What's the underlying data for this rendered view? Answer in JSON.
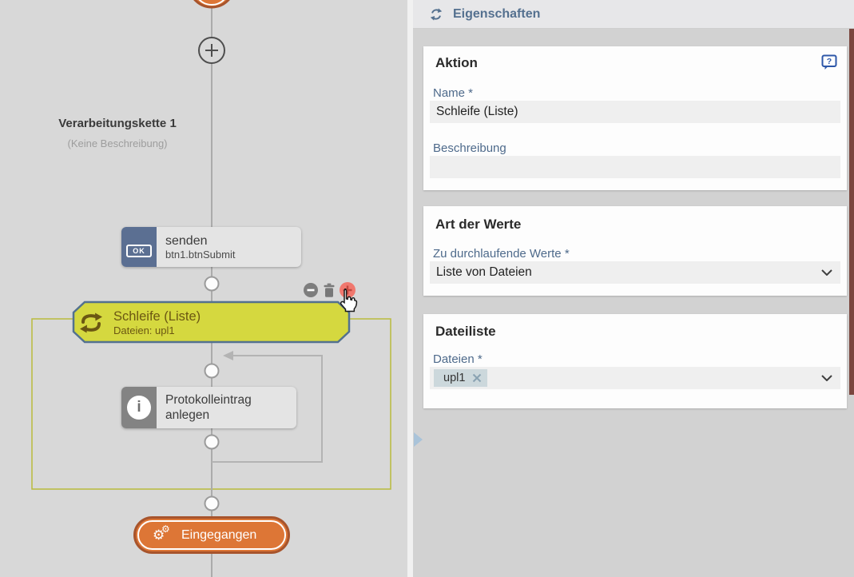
{
  "canvas": {
    "chain_label": {
      "title": "Verarbeitungskette 1",
      "subtitle": "(Keine Beschreibung)"
    },
    "nodes": {
      "senden": {
        "title": "senden",
        "subtitle": "btn1.btnSubmit",
        "icon_text": "OK"
      },
      "schleife": {
        "title": "Schleife (Liste)",
        "subtitle": "Dateien: upl1"
      },
      "protokolleintrag": {
        "title": "Protokolleintrag anlegen",
        "icon_text": "i"
      },
      "eingegangen": {
        "label": "Eingegangen"
      }
    }
  },
  "panel": {
    "title": "Eigenschaften",
    "sections": {
      "aktion": {
        "heading": "Aktion",
        "help_glyph": "?",
        "name_label": "Name *",
        "name_value": "Schleife (Liste)",
        "beschreibung_label": "Beschreibung",
        "beschreibung_value": ""
      },
      "art_der_werte": {
        "heading": "Art der Werte",
        "werte_label": "Zu durchlaufende Werte *",
        "werte_value": "Liste von Dateien"
      },
      "dateiliste": {
        "heading": "Dateiliste",
        "dateien_label": "Dateien *",
        "chips": [
          "upl1"
        ]
      }
    }
  },
  "icons": {
    "refresh": "sync-arrows",
    "help": "question-bubble",
    "remove_action": "minus-circle",
    "delete_action": "trash",
    "add_action": "plus-circle",
    "loop": "loop-arrows",
    "info": "info-circle",
    "gears": "⚙",
    "chevron": "chevron-down",
    "chip_close": "x-cross",
    "add_node": "plus"
  },
  "colors": {
    "accent_orange": "#dd7636",
    "orange_border": "#a7542c",
    "loop_node_yellow": "#d5d83f",
    "loop_box_border": "#b9ba3c",
    "steel_blue_border": "#53718f",
    "senden_icon_blue": "#5b6f92",
    "label_blue": "#4e6a8b",
    "header_blue": "#54708f",
    "help_blue": "#2d57a8",
    "delete_red": "#f0786e",
    "chip_bg": "#ccd8dc"
  }
}
